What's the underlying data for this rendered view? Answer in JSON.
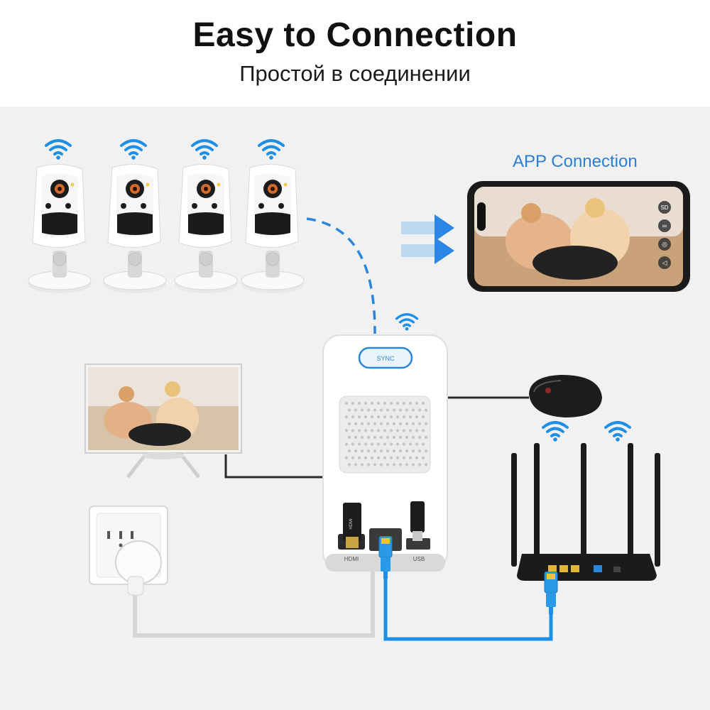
{
  "header": {
    "title": "Easy to Connection",
    "subtitle": "Простой в соединении"
  },
  "app": {
    "label": "APP Connection",
    "phone_buttons": [
      "SD",
      "∞",
      "◎",
      "◁"
    ]
  },
  "hub": {
    "sync_label": "SYNC",
    "ports": [
      "HDMI",
      "USB"
    ]
  },
  "connector": {
    "hdmi_label": "HDMI"
  },
  "colors": {
    "wifi": "#1e8fe6",
    "ethernet_cable": "#1e8fe6",
    "dashed_link": "#2a86d8",
    "arrow": "#2b86e6",
    "camera_body": "#ffffff",
    "router_body": "#1b1b1b"
  },
  "icons": [
    "wifi-icon",
    "arrow-right-icon",
    "camera-icon",
    "smartphone-icon",
    "monitor-icon",
    "mouse-icon",
    "router-icon",
    "power-socket-icon",
    "power-plug-icon"
  ]
}
